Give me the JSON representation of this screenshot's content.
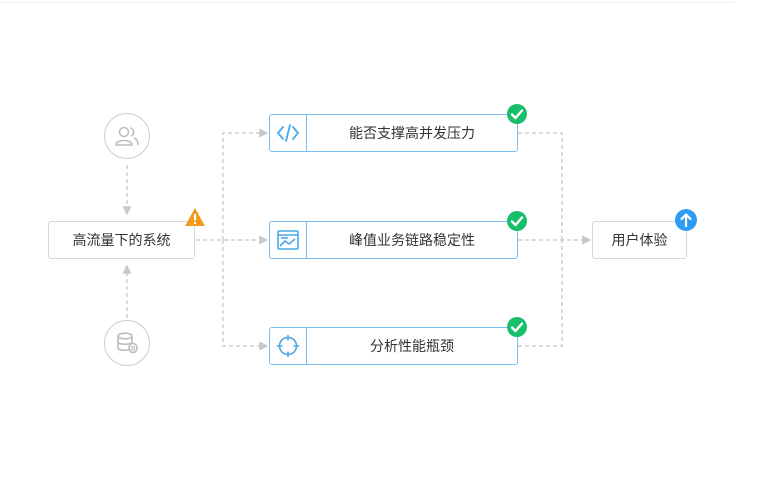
{
  "diagram": {
    "source_node": {
      "label": "高流量下的系统",
      "status_icon": "warning-icon"
    },
    "input_icons": [
      "users-icon",
      "database-icon"
    ],
    "steps": [
      {
        "label": "能否支撑高并发压力",
        "icon": "code-icon",
        "status_icon": "check-icon"
      },
      {
        "label": "峰值业务链路稳定性",
        "icon": "monitor-chart-icon",
        "status_icon": "check-icon"
      },
      {
        "label": "分析性能瓶颈",
        "icon": "crosshair-icon",
        "status_icon": "check-icon"
      }
    ],
    "target_node": {
      "label": "用户体验",
      "status_icon": "arrow-up-icon"
    }
  },
  "colors": {
    "step_border": "#79bff0",
    "connector": "#c8c8c8",
    "check": "#19be6b",
    "warning": "#f29c1f",
    "upgrade": "#2d9cf4",
    "neutral_border": "#cfcfcf"
  }
}
